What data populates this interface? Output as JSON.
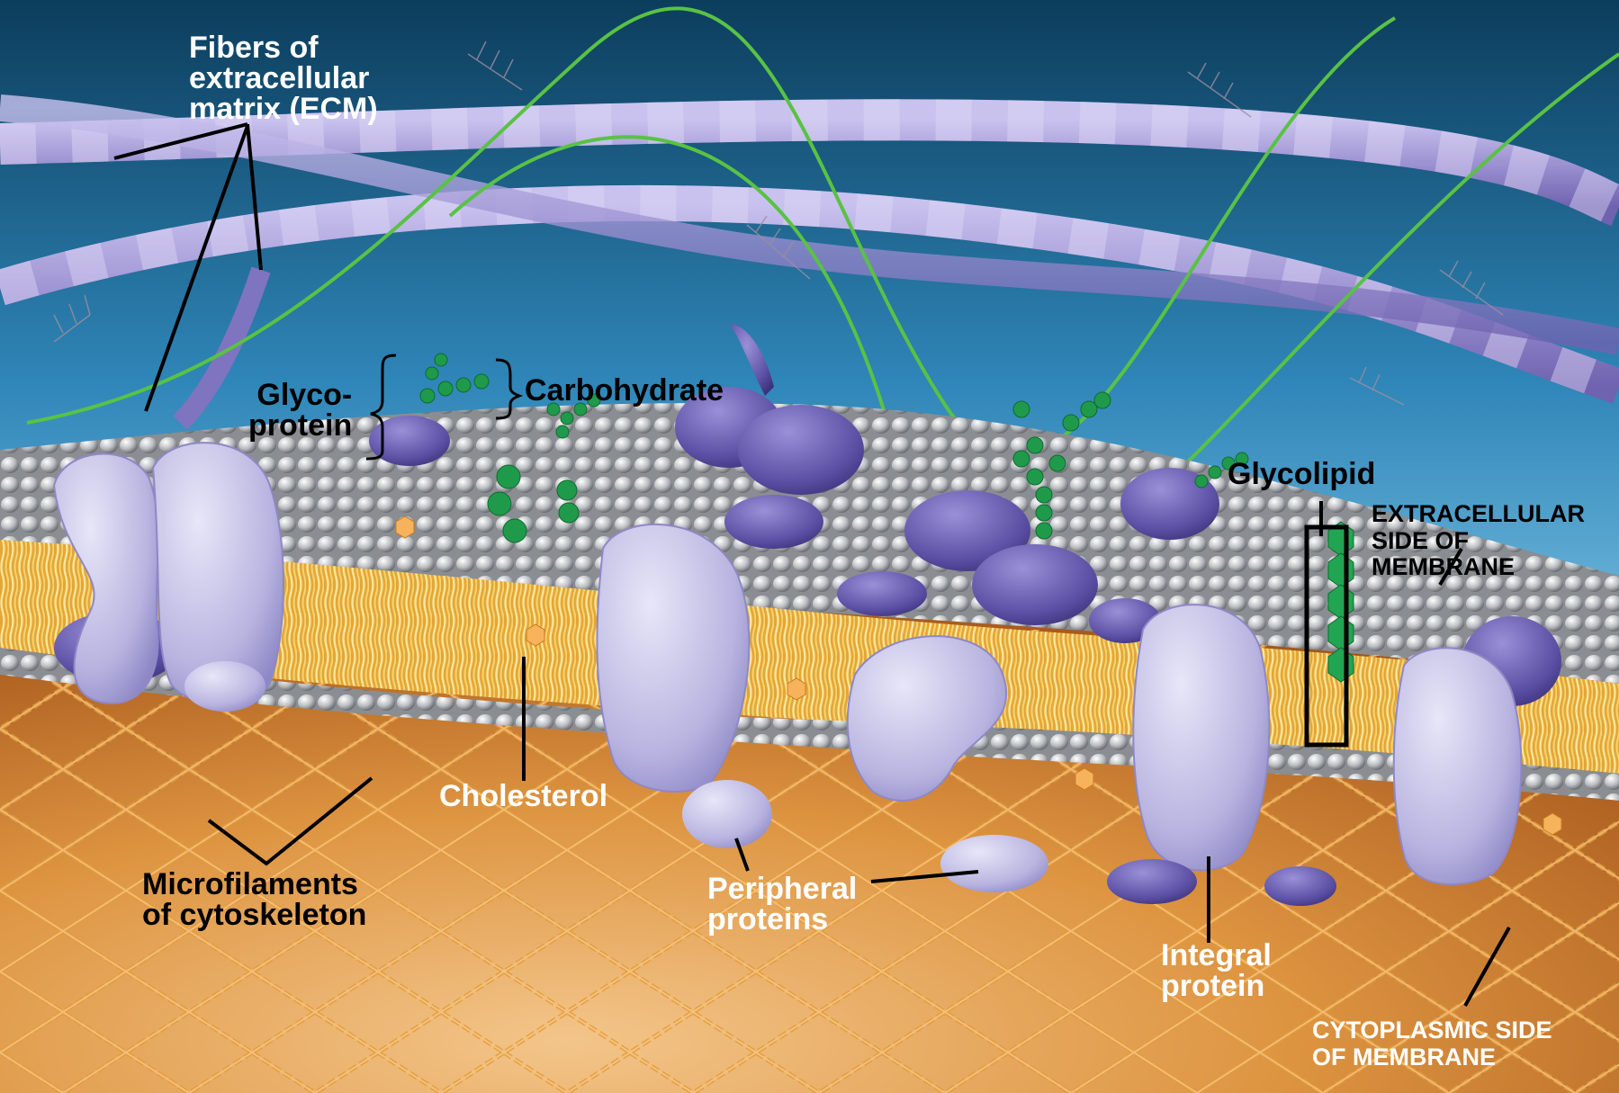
{
  "diagram": {
    "labels": {
      "ecm_fibers": "Fibers of\nextracellular\nmatrix (ECM)",
      "glycoprotein": "Glyco-\nprotein",
      "carbohydrate": "Carbohydrate",
      "glycolipid": "Glycolipid",
      "extracellular_side": "EXTRACELLULAR\nSIDE OF\nMEMBRANE",
      "cholesterol": "Cholesterol",
      "microfilaments": "Microfilaments\nof cytoskeleton",
      "peripheral_proteins": "Peripheral\nproteins",
      "integral_protein": "Integral\nprotein",
      "cytoplasmic_side": "CYTOPLASMIC SIDE\nOF MEMBRANE"
    },
    "colors": {
      "sky_top": "#0c3d5c",
      "sky_bottom": "#7cc4e8",
      "cytoplasm": "#d98a2c",
      "lipid_head": "#b9bcc0",
      "lipid_tail": "#f2c24f",
      "protein": "#b8b4e0",
      "protein_dark": "#5a4fa3",
      "carbohydrate": "#1f9a4a",
      "ecm_fiber": "#9a8fcf",
      "label_line": "#000000"
    },
    "icons": [
      "protein-shape",
      "carbohydrate-chain",
      "cholesterol-molecule",
      "phospholipid"
    ]
  }
}
